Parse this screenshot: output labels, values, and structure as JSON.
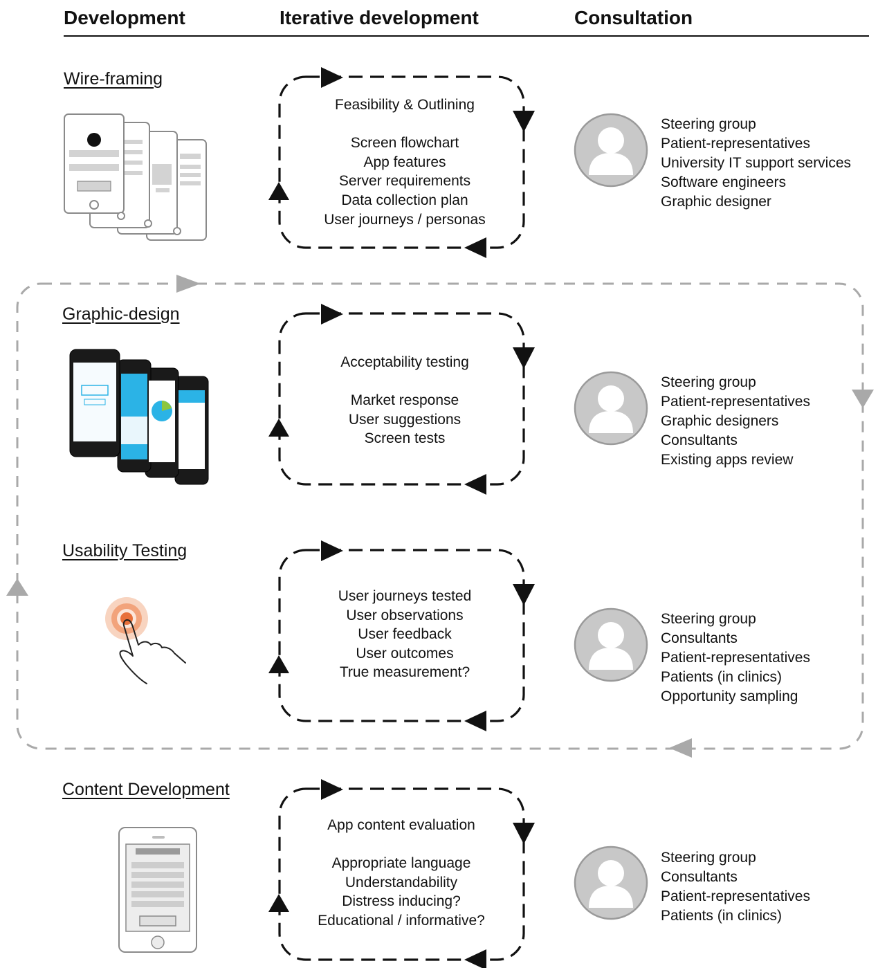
{
  "headers": {
    "development": "Development",
    "iterative": "Iterative development",
    "consultation": "Consultation"
  },
  "stages": [
    {
      "title": "Wire-framing",
      "cycle_lines": [
        "Feasibility & Outlining",
        "",
        "Screen flowchart",
        "App features",
        "Server requirements",
        "Data collection plan",
        "User journeys / personas"
      ],
      "consultation": [
        "Steering group",
        "Patient-representatives",
        "University IT support services",
        "Software engineers",
        "Graphic designer"
      ]
    },
    {
      "title": "Graphic-design",
      "cycle_lines": [
        "Acceptability testing",
        "",
        "Market response",
        "User suggestions",
        "Screen tests"
      ],
      "consultation": [
        "Steering group",
        "Patient-representatives",
        "Graphic designers",
        "Consultants",
        "Existing apps review"
      ]
    },
    {
      "title": "Usability Testing",
      "cycle_lines": [
        "User journeys tested",
        "User observations",
        "User feedback",
        "User outcomes",
        "True measurement?"
      ],
      "consultation": [
        "Steering group",
        "Consultants",
        "Patient-representatives",
        "Patients (in clinics)",
        "Opportunity sampling"
      ]
    },
    {
      "title": "Content Development",
      "cycle_lines": [
        "App content evaluation",
        "",
        "Appropriate language",
        "Understandability",
        "Distress inducing?",
        "Educational / informative?"
      ],
      "consultation": [
        "Steering group",
        "Consultants",
        "Patient-representatives",
        "Patients (in clinics)"
      ]
    }
  ],
  "colors": {
    "line": "#111111",
    "outer_loop": "#a9a9a9",
    "avatar_fill": "#c8c8c8",
    "avatar_ring": "#9a9a9a",
    "phone_accent": "#2bb3e6",
    "touch_ring": "#e8703a"
  }
}
